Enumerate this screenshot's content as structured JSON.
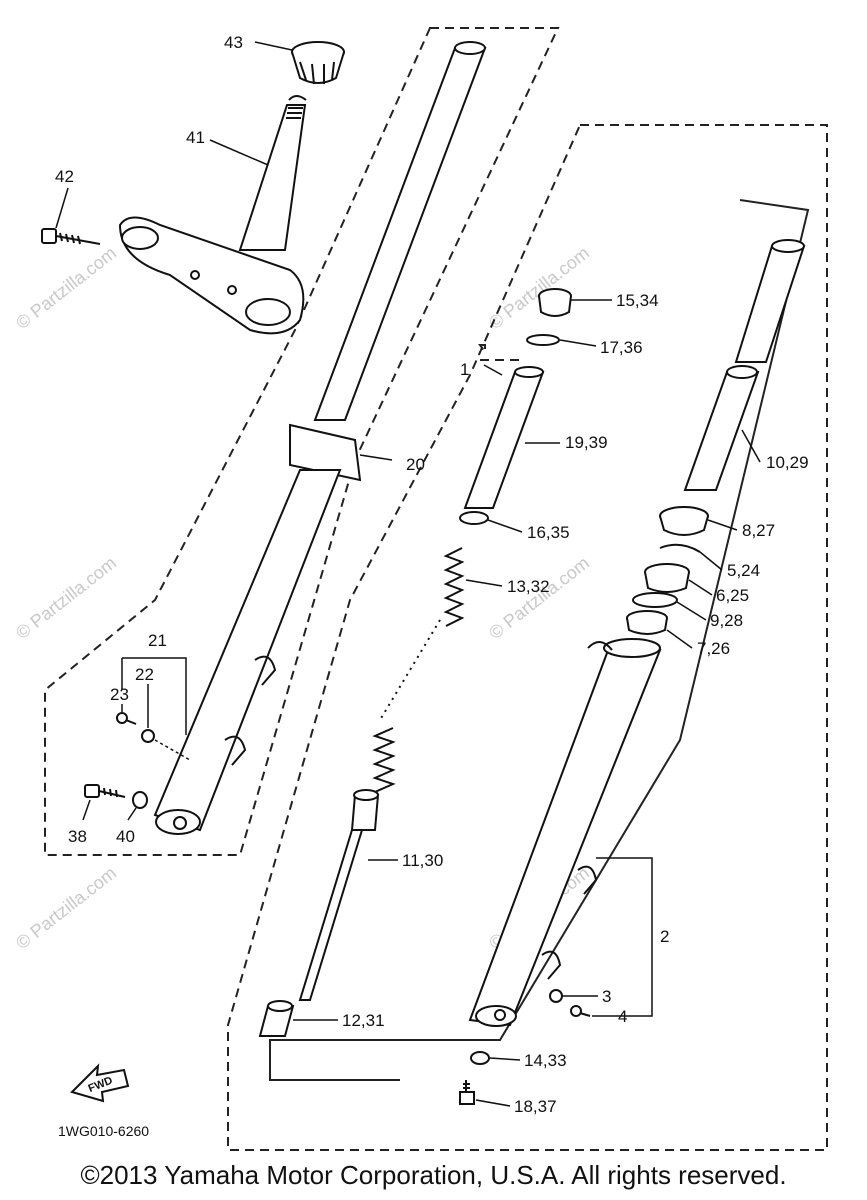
{
  "diagram": {
    "copyright": "©2013 Yamaha Motor Corporation, U.S.A. All rights reserved.",
    "diagram_code": "1WG010-6260",
    "forward_arrow": "FWD",
    "watermark": "© Partzilla.com",
    "callouts": {
      "p1": "1",
      "p2": "2",
      "p3": "3",
      "p4": "4",
      "p5_24": "5,24",
      "p6_25": "6,25",
      "p7_26": "7,26",
      "p8_27": "8,27",
      "p9_28": "9,28",
      "p10_29": "10,29",
      "p11_30": "11,30",
      "p12_31": "12,31",
      "p13_32": "13,32",
      "p14_33": "14,33",
      "p15_34": "15,34",
      "p16_35": "16,35",
      "p17_36": "17,36",
      "p18_37": "18,37",
      "p19_39": "19,39",
      "p20": "20",
      "p21": "21",
      "p22": "22",
      "p23": "23",
      "p38": "38",
      "p40": "40",
      "p41": "41",
      "p42": "42",
      "p43": "43"
    }
  }
}
